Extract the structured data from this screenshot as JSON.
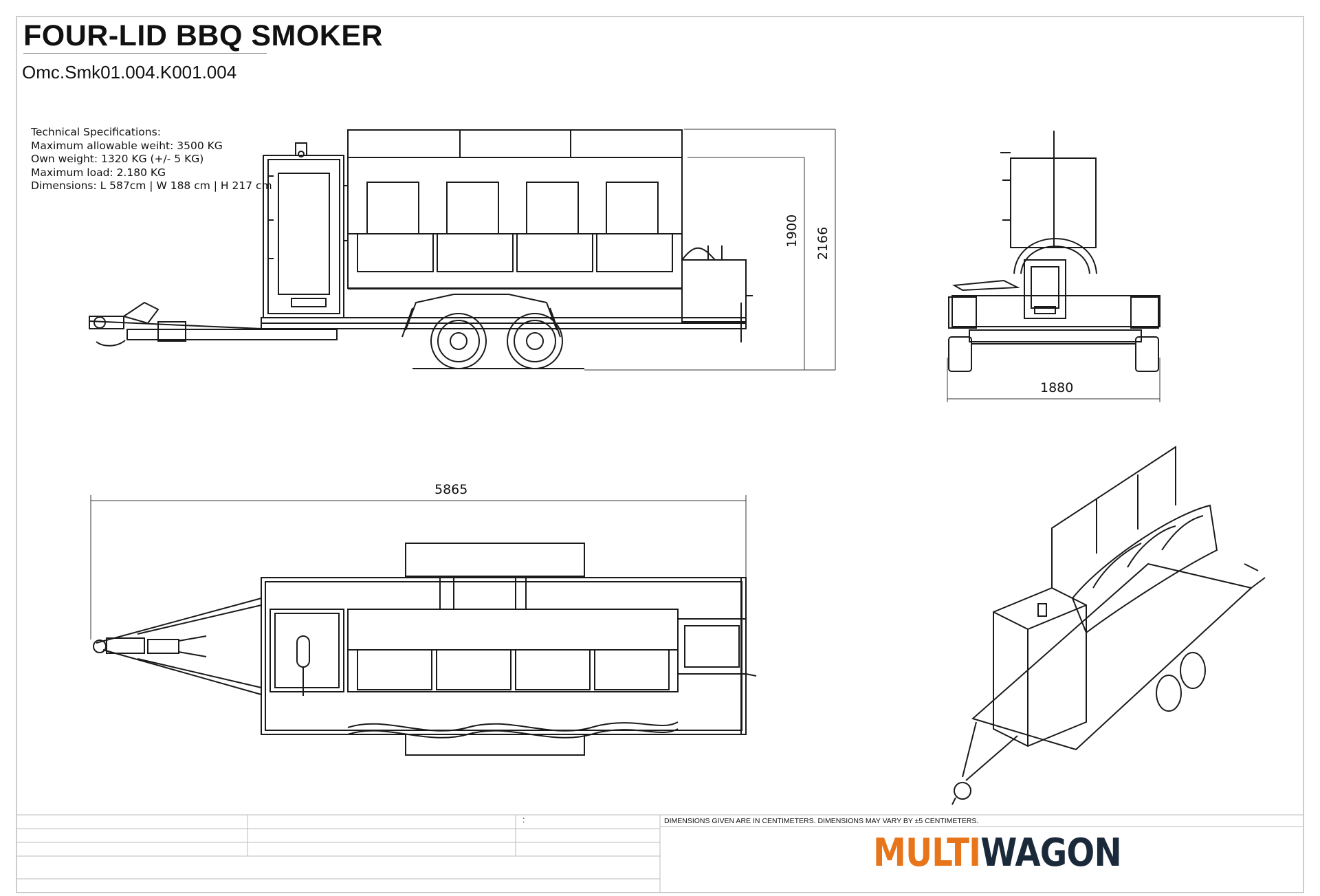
{
  "header": {
    "title": "FOUR-LID BBQ SMOKER",
    "code": "Omc.Smk01.004.K001.004"
  },
  "specs": {
    "heading": "Technical Specifications:",
    "max_weight": "Maximum allowable weiht: 3500 KG",
    "own_weight": "Own weight: 1320 KG (+/- 5 KG)",
    "max_load": "Maximum load: 2.180 KG",
    "dimensions": "Dimensions: L 587cm | W 188 cm | H 217 cm"
  },
  "dimensions": {
    "height_body": "1900",
    "height_total": "2166",
    "width": "1880",
    "length": "5865"
  },
  "title_block": {
    "colon": ":",
    "note": "DIMENSIONS GIVEN ARE IN CENTIMETERS. DIMENSIONS MAY VARY BY ±5 CENTIMETERS.",
    "logo_part1": "MULTI",
    "logo_part2": "WAGON"
  },
  "colors": {
    "logo_orange": "#e8751a",
    "logo_navy": "#1b2a3a",
    "line": "#1a1a1a"
  }
}
